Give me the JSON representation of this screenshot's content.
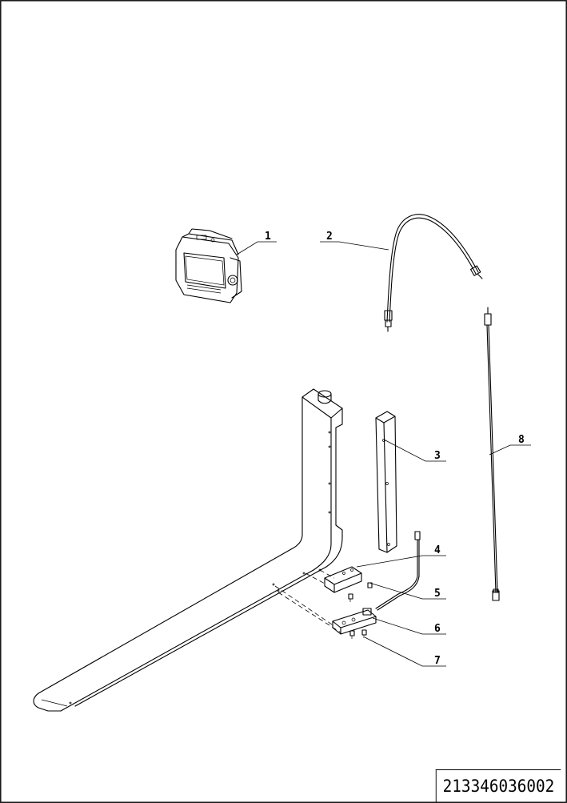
{
  "drawing_number": "213346036002",
  "callouts": [
    {
      "id": "1",
      "label": "1"
    },
    {
      "id": "2",
      "label": "2"
    },
    {
      "id": "3",
      "label": "3"
    },
    {
      "id": "4",
      "label": "4"
    },
    {
      "id": "5",
      "label": "5"
    },
    {
      "id": "6",
      "label": "6"
    },
    {
      "id": "7",
      "label": "7"
    },
    {
      "id": "8",
      "label": "8"
    }
  ]
}
